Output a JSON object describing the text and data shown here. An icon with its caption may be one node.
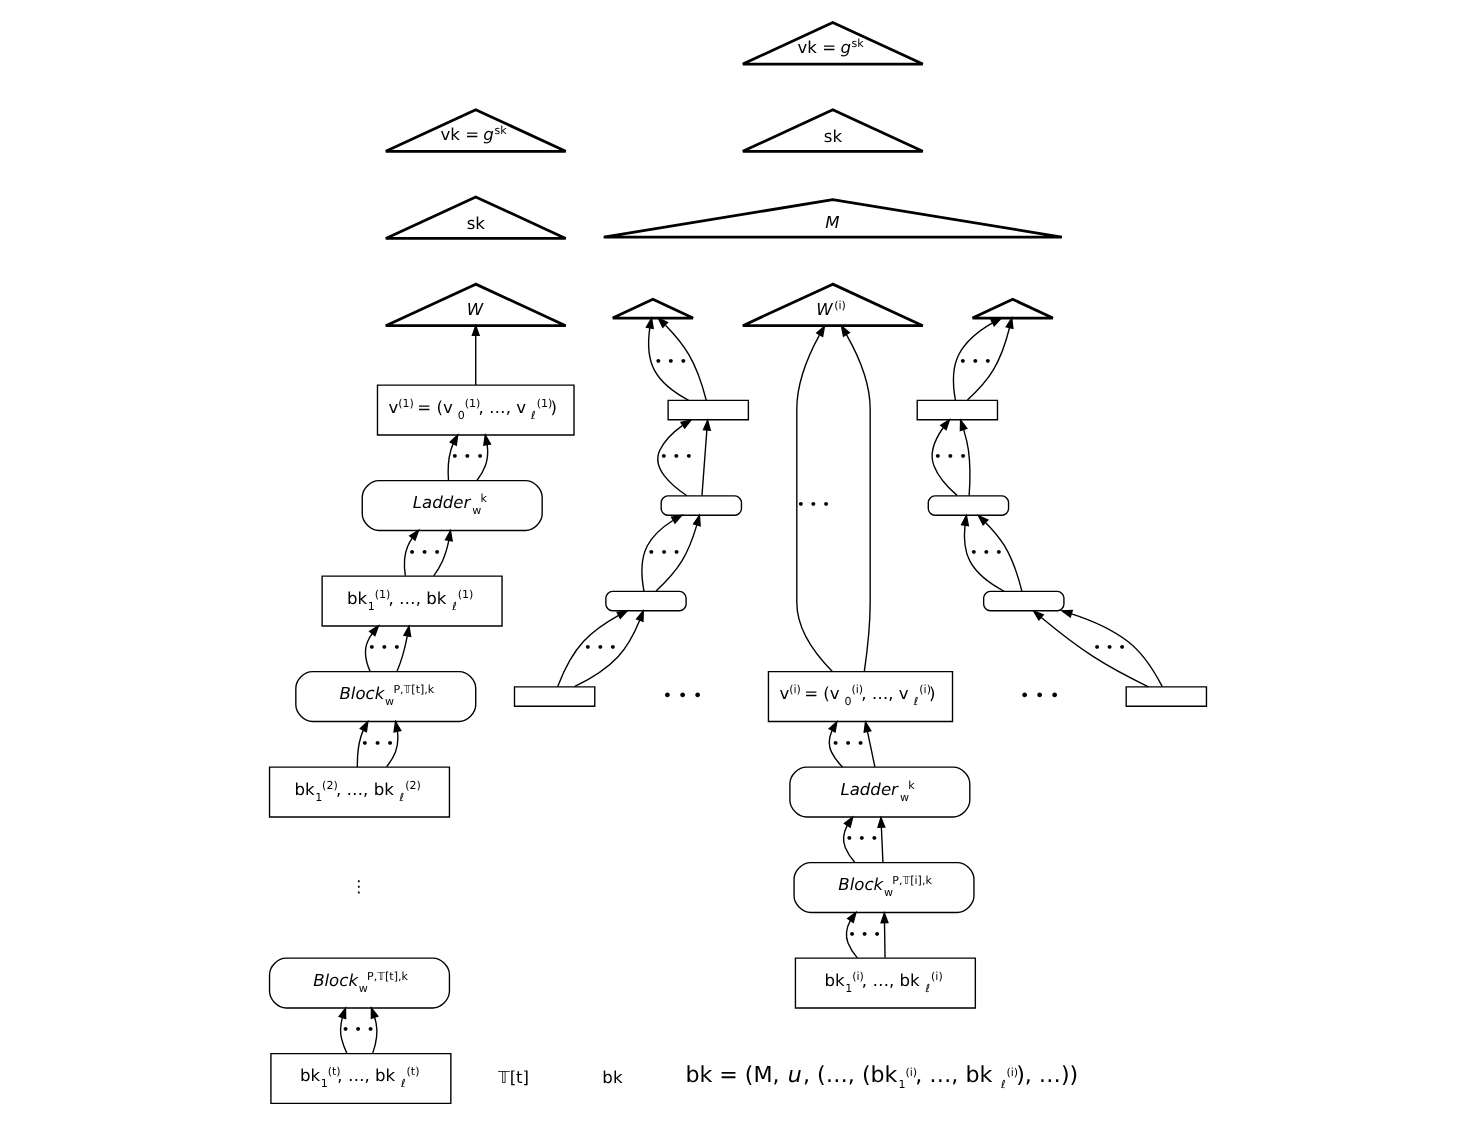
{
  "diagram": {
    "nodes": [
      {
        "text": [
          "vk = *g*$^{sk}$"
        ]
      },
      {
        "text": [
          "sk"
        ]
      },
      {
        "text": [
          "*W*"
        ]
      },
      {
        "text": [
          "v$^{(1)}$ = (v$_{0}$$^{(1)}$, …, v$_{ℓ}$$^{(1)}$)"
        ]
      },
      {
        "text": [
          "*Ladder*$_{w}$$^{k}$"
        ]
      },
      {
        "text": [
          "bk$_{1}$$^{(1)}$, …, bk$_{ℓ}$$^{(1)}$"
        ]
      },
      {
        "text": [
          "*Block*$_{w}$$^{P,𝕋[t],k}$"
        ]
      },
      {
        "text": [
          "bk$_{1}$$^{(2)}$, …, bk$_{ℓ}$$^{(2)}$"
        ]
      },
      {
        "text": [
          "*Block*$_{w}$$^{P,𝕋[t],k}$"
        ]
      },
      {
        "text": [
          "bk$_{1}$$^{(t)}$, …, bk$_{ℓ}$$^{(t)}$"
        ]
      },
      {
        "text": [
          "vk = *g*$^{sk}$"
        ]
      },
      {
        "text": [
          "sk"
        ]
      },
      {
        "text": [
          "*M*"
        ]
      },
      {
        "text": [],
        "shape": "triangle"
      },
      {
        "text": [],
        "shape": "box"
      },
      {
        "text": [],
        "shape": "box"
      },
      {
        "text": [],
        "shape": "box"
      },
      {
        "text": [],
        "shape": "box"
      },
      {
        "text": [
          "*W*$^{(i)}$"
        ]
      },
      {
        "text": [
          "v$^{(i)}$ = (v$_{0}$$^{(i)}$, …, v$_{ℓ}$$^{(i)}$)"
        ]
      },
      {
        "text": [
          "*Ladder*$_{w}$$^{k}$"
        ]
      },
      {
        "text": [
          "*Block*$_{w}$$^{P,𝕋[i],k}$"
        ]
      },
      {
        "text": [
          "bk$_{1}$$^{(i)}$, …, bk$_{ℓ}$$^{(i)}$"
        ]
      },
      {
        "text": [],
        "shape": "triangle"
      },
      {
        "text": [],
        "shape": "box"
      },
      {
        "text": [],
        "shape": "box"
      },
      {
        "text": [],
        "shape": "box"
      },
      {
        "text": [],
        "shape": "box"
      }
    ],
    "edges": [
      {
        "from": 3,
        "to": 2,
        "arrow": "to"
      },
      {
        "from": 4,
        "to": 3,
        "arrow": "to",
        "label": "• • •"
      },
      {
        "from": 4,
        "to": 3,
        "arrow": "to"
      },
      {
        "from": 5,
        "to": 4,
        "arrow": "to",
        "label": "• • •"
      },
      {
        "from": 5,
        "to": 4,
        "arrow": "to"
      },
      {
        "from": 6,
        "to": 5,
        "arrow": "to",
        "label": "• • •"
      },
      {
        "from": 6,
        "to": 5,
        "arrow": "to"
      },
      {
        "from": 7,
        "to": 6,
        "arrow": "to",
        "label": "• • •"
      },
      {
        "from": 7,
        "to": 6,
        "arrow": "to"
      },
      {
        "from": 9,
        "to": 8,
        "arrow": "to",
        "label": "• • •"
      },
      {
        "from": 9,
        "to": 8,
        "arrow": "to"
      },
      {
        "from": 14,
        "to": 13,
        "arrow": "to",
        "label": "• • •"
      },
      {
        "from": 14,
        "to": 13,
        "arrow": "to"
      },
      {
        "from": 15,
        "to": 14,
        "arrow": "to",
        "label": "• • •"
      },
      {
        "from": 15,
        "to": 14,
        "arrow": "to"
      },
      {
        "from": 16,
        "to": 15,
        "arrow": "to",
        "label": "• • •"
      },
      {
        "from": 16,
        "to": 15,
        "arrow": "to"
      },
      {
        "from": 17,
        "to": 16,
        "arrow": "to",
        "label": "• • •"
      },
      {
        "from": 17,
        "to": 16,
        "arrow": "to"
      },
      {
        "from": 19,
        "to": 18,
        "arrow": "to",
        "label": "• • •"
      },
      {
        "from": 19,
        "to": 18,
        "arrow": "to"
      },
      {
        "from": 20,
        "to": 19,
        "arrow": "to",
        "label": "• • •"
      },
      {
        "from": 20,
        "to": 19,
        "arrow": "to"
      },
      {
        "from": 21,
        "to": 20,
        "arrow": "to",
        "label": "• • •"
      },
      {
        "from": 21,
        "to": 20,
        "arrow": "to"
      },
      {
        "from": 22,
        "to": 21,
        "arrow": "to",
        "label": "• • •"
      },
      {
        "from": 22,
        "to": 21,
        "arrow": "to"
      },
      {
        "from": 24,
        "to": 23,
        "arrow": "to",
        "label": "• • •"
      },
      {
        "from": 24,
        "to": 23,
        "arrow": "to"
      },
      {
        "from": 25,
        "to": 24,
        "arrow": "to",
        "label": "• • •"
      },
      {
        "from": 25,
        "to": 24,
        "arrow": "to"
      },
      {
        "from": 26,
        "to": 25,
        "arrow": "to",
        "label": "• • •"
      },
      {
        "from": 26,
        "to": 25,
        "arrow": "to"
      },
      {
        "from": 27,
        "to": 26,
        "arrow": "to",
        "label": "• • •"
      },
      {
        "from": 27,
        "to": 26,
        "arrow": "to"
      }
    ],
    "labels": [
      "• • •",
      "• • •",
      "⋮",
      "𝕋[t]",
      "bk",
      "bk = (M, *u*, (…, (bk$_{1}$$^{(i)}$, …, bk$_{ℓ}$$^{(i)}$), …))"
    ]
  }
}
